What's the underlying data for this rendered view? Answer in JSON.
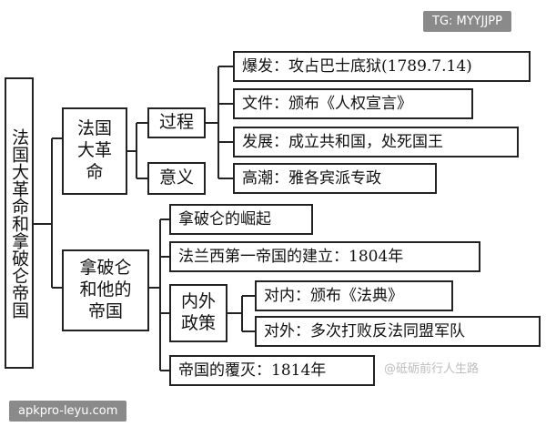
{
  "watermark_top": "TG: MYYJJPP",
  "watermark_bottom": "apkpro-leyu.com",
  "watermark_credit": "@砥砺前行人生路",
  "root": "法国大革命和拿破仑帝国",
  "branch1": {
    "label": "法国\n大革\n命",
    "process": {
      "label": "过程",
      "items": [
        "爆发：攻占巴士底狱(1789.7.14)",
        "文件：颁布《人权宣言》",
        "发展：成立共和国，处死国王",
        "高潮：雅各宾派专政"
      ]
    },
    "meaning": {
      "label": "意义"
    }
  },
  "branch2": {
    "label": "拿破仑\n和他的\n帝国",
    "rise": "拿破仑的崛起",
    "founding": "法兰西第一帝国的建立：1804年",
    "policy": {
      "label": "内外\n政策",
      "internal": "对内：颁布《法典》",
      "external": "对外：多次打败反法同盟军队"
    },
    "fall": "帝国的覆灭：1814年"
  }
}
